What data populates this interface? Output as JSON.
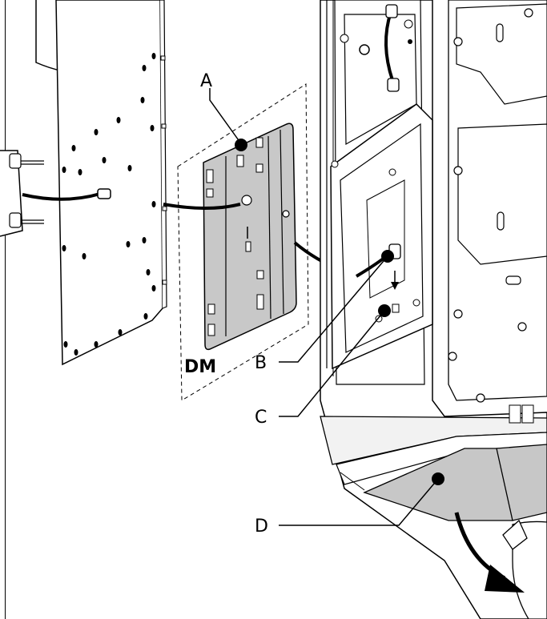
{
  "callouts": {
    "a": "A",
    "b": "B",
    "c": "C",
    "d": "D"
  },
  "module_label": "DM",
  "colors": {
    "line": "#000000",
    "module_fill": "#c8c8c8",
    "panel_fill": "#ffffff",
    "cover_fill": "#c7c7c7",
    "housing_fill": "#f2f2f2"
  }
}
